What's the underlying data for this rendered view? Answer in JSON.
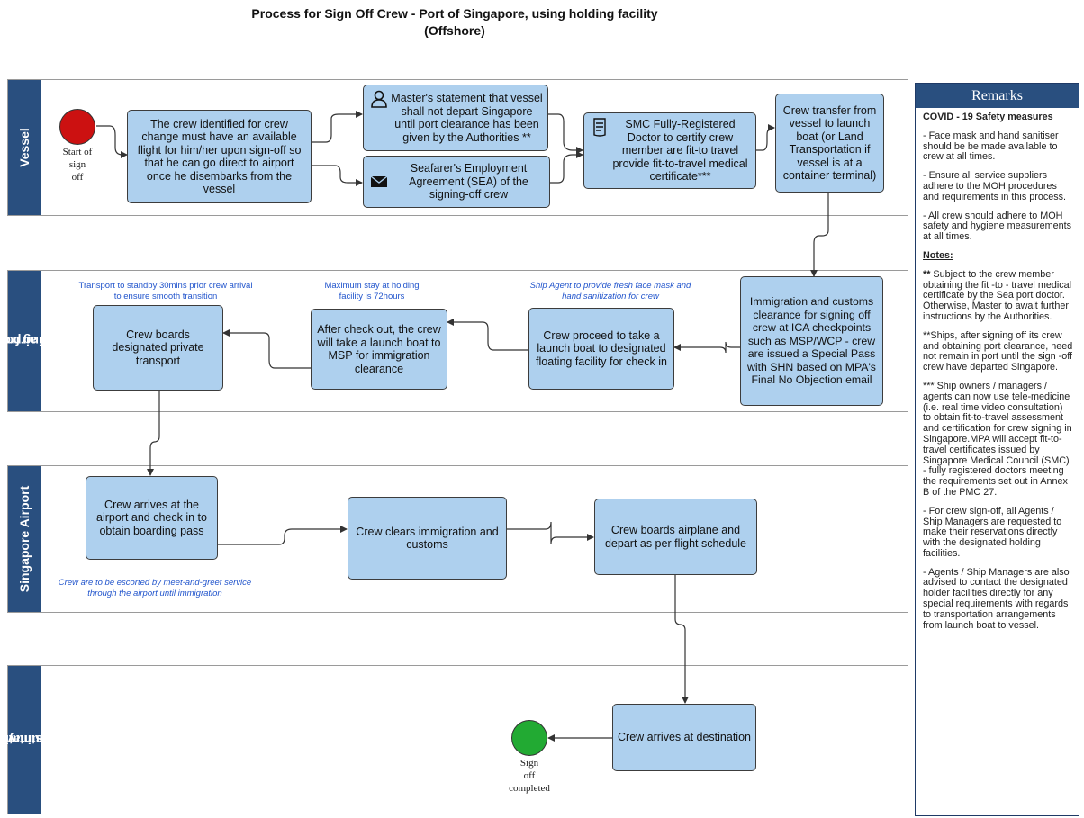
{
  "title": {
    "line1": "Process for Sign Off Crew  -  Port of Singapore, using holding facility",
    "line2": "(Offshore)"
  },
  "lanes": {
    "vessel": "Vessel",
    "transit_line1": "Transiting from pier",
    "transit_line2": "to airport",
    "airport": "Singapore Airport",
    "destination_line1": "Country of",
    "destination_line2": "Destination"
  },
  "start": {
    "l1": "Start of",
    "l2": "sign",
    "l3": "off"
  },
  "end": {
    "l1": "Sign",
    "l2": "off",
    "l3": "completed"
  },
  "boxes": {
    "crew_change": "The crew identified for crew change must have an available flight for him/her upon sign-off so that he can go direct to airport once he disembarks from the vessel",
    "master_statement": "Master's statement that vessel shall not depart Singapore until port clearance has been given by the Authorities **",
    "sea": "Seafarer's Employment Agreement (SEA) of the signing-off crew",
    "smc_doctor": "SMC Fully-Registered Doctor to certify crew member are fit-to travel provide fit-to-travel medical certificate***",
    "crew_transfer": "Crew transfer from vessel to launch boat (or Land Transportation if vessel is at a container terminal)",
    "immigration": "Immigration and customs clearance for signing off crew at ICA checkpoints such as MSP/WCP - crew are issued a Special Pass with SHN based on MPA's Final No Objection email",
    "launch_floating": "Crew proceed to take a launch boat to designated floating facility for check in",
    "after_checkout": "After check out, the crew will take a launch boat to MSP for immigration clearance",
    "private_transport": "Crew boards designated private transport",
    "arrives_airport": "Crew arrives at the airport and check in to obtain boarding pass",
    "clears_immigration": "Crew clears immigration and customs",
    "boards_airplane": "Crew boards airplane and depart as per flight schedule",
    "arrives_destination": "Crew arrives at destination"
  },
  "notes": {
    "transport": "Transport to standby 30mins prior crew arrival to ensure smooth transition",
    "max_stay": "Maximum stay at holding facility is 72hours",
    "ship_agent": "Ship Agent to provide fresh face mask and hand sanitization for crew",
    "escort": "Crew are to be escorted by meet-and-greet service through the airport until immigration"
  },
  "remarks": {
    "heading": "Remarks",
    "covid_heading": "COVID - 19 Safety measures",
    "items": [
      "- Face mask and hand sanitiser should be be made available to crew at all times.",
      "- Ensure all service suppliers adhere to the MOH procedures and requirements in this process.",
      "- All crew should adhere to MOH safety and hygiene measurements at all times."
    ],
    "notes_heading": "Notes:",
    "note1_mark": "**",
    "note1": " Subject to the crew member obtaining the fit -to - travel medical certificate by the Sea port doctor. Otherwise, Master to await further instructions by the Authorities.",
    "note2": "**Ships, after signing off its crew and obtaining port clearance, need not remain in port until the sign -off crew have departed Singapore.",
    "note3": "*** Ship owners / managers / agents can now use tele-medicine (i.e. real time video consultation) to obtain fit-to-travel assessment and certification for crew signing in Singapore.MPA will accept fit-to-travel certificates issued by Singapore Medical Council (SMC) - fully registered doctors meeting the requirements set out in Annex B of the PMC 27.",
    "note4": "- For crew sign-off, all Agents / Ship Managers  are requested to make their reservations directly with the designated holding facilities.",
    "note5": "- Agents / Ship Managers are also advised to contact the designated holder facilities directly for any special requirements with regards to transportation arrangements from launch boat to vessel."
  },
  "colors": {
    "lane_header": "#294f7f",
    "box_fill": "#aed0ee",
    "start_circle": "#cc1111",
    "end_circle": "#22aa33",
    "note_text": "#2255cc"
  },
  "icons": [
    "person-icon",
    "envelope-icon",
    "certificate-icon"
  ]
}
